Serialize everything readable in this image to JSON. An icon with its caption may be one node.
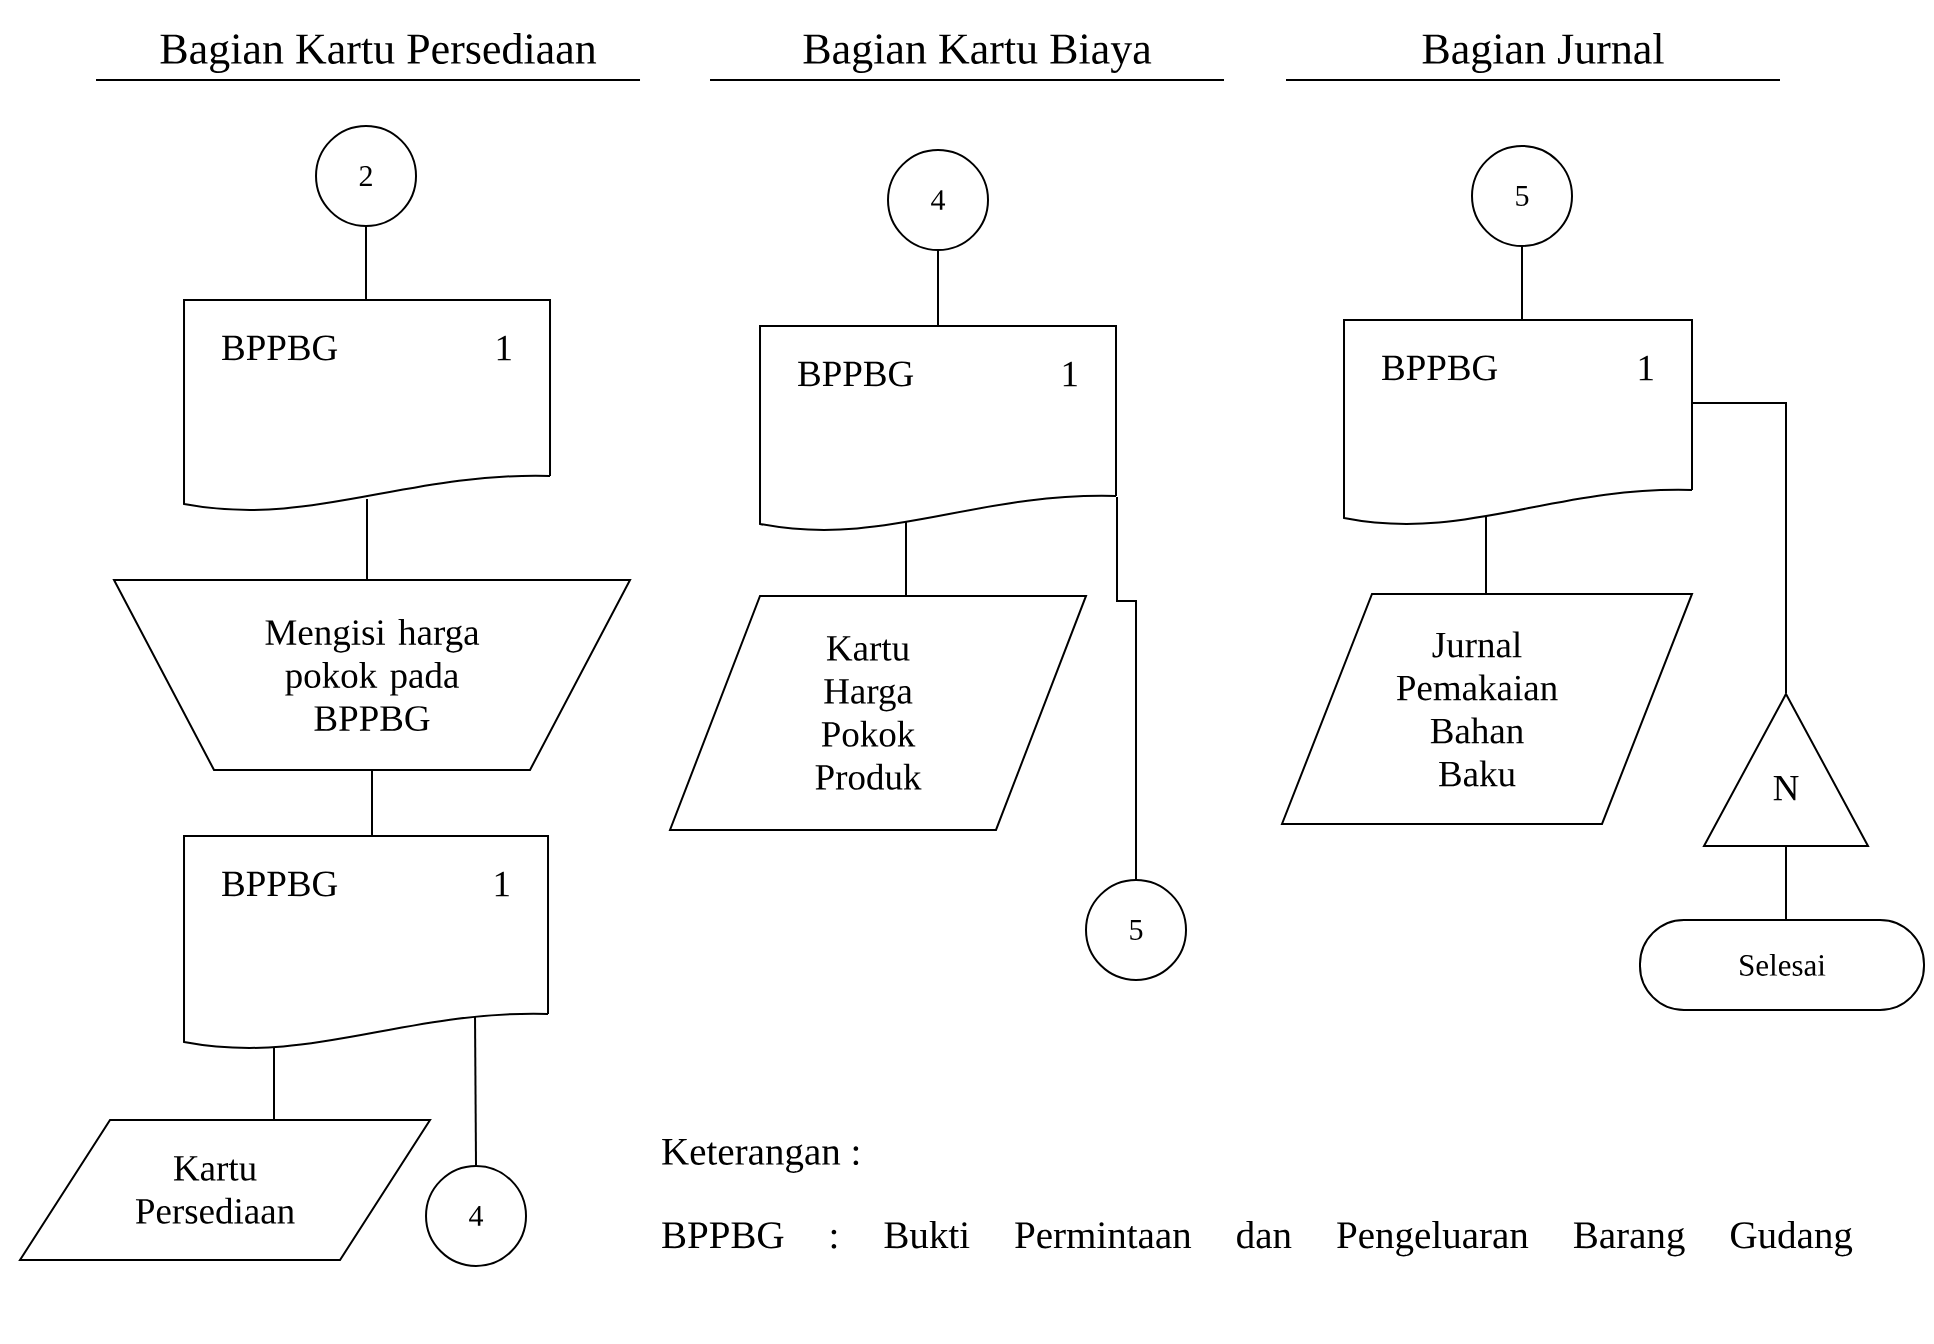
{
  "diagram": {
    "nodes": [
      {
        "text": [
          "2"
        ]
      },
      {
        "text": [
          "BPPBG",
          "1"
        ]
      },
      {
        "text": [
          "Mengisi harga pokok pada BPPBG"
        ]
      },
      {
        "text": [
          "BPPBG",
          "1"
        ]
      },
      {
        "text": [
          "Kartu Persediaan"
        ]
      },
      {
        "text": [
          "4"
        ]
      },
      {
        "text": [
          "4"
        ]
      },
      {
        "text": [
          "BPPBG",
          "1"
        ]
      },
      {
        "text": [
          "Kartu Harga Pokok Produk"
        ]
      },
      {
        "text": [
          "5"
        ]
      },
      {
        "text": [
          "5"
        ]
      },
      {
        "text": [
          "BPPBG",
          "1"
        ]
      },
      {
        "text": [
          "Jurnal Pemakaian Bahan Baku"
        ]
      },
      {
        "text": [
          "N"
        ]
      },
      {
        "text": [
          "Selesai"
        ]
      }
    ],
    "edges": [
      {
        "from": 0,
        "to": 1,
        "arrow": "none"
      },
      {
        "from": 1,
        "to": 2,
        "arrow": "none"
      },
      {
        "from": 2,
        "to": 3,
        "arrow": "none"
      },
      {
        "from": 3,
        "to": 4,
        "arrow": "none"
      },
      {
        "from": 3,
        "to": 5,
        "arrow": "none"
      },
      {
        "from": 6,
        "to": 7,
        "arrow": "none"
      },
      {
        "from": 7,
        "to": 8,
        "arrow": "none"
      },
      {
        "from": 7,
        "to": 9,
        "arrow": "none"
      },
      {
        "from": 10,
        "to": 11,
        "arrow": "none"
      },
      {
        "from": 11,
        "to": 12,
        "arrow": "none"
      },
      {
        "from": 11,
        "to": 13,
        "arrow": "none"
      },
      {
        "from": 13,
        "to": 14,
        "arrow": "none"
      }
    ],
    "labels": [
      "Bagian Kartu Persediaan",
      "Bagian Kartu Biaya",
      "Bagian Jurnal",
      "Keterangan :",
      "BPPBG : Bukti Permintaan dan Pengeluaran Barang Gudang"
    ]
  }
}
